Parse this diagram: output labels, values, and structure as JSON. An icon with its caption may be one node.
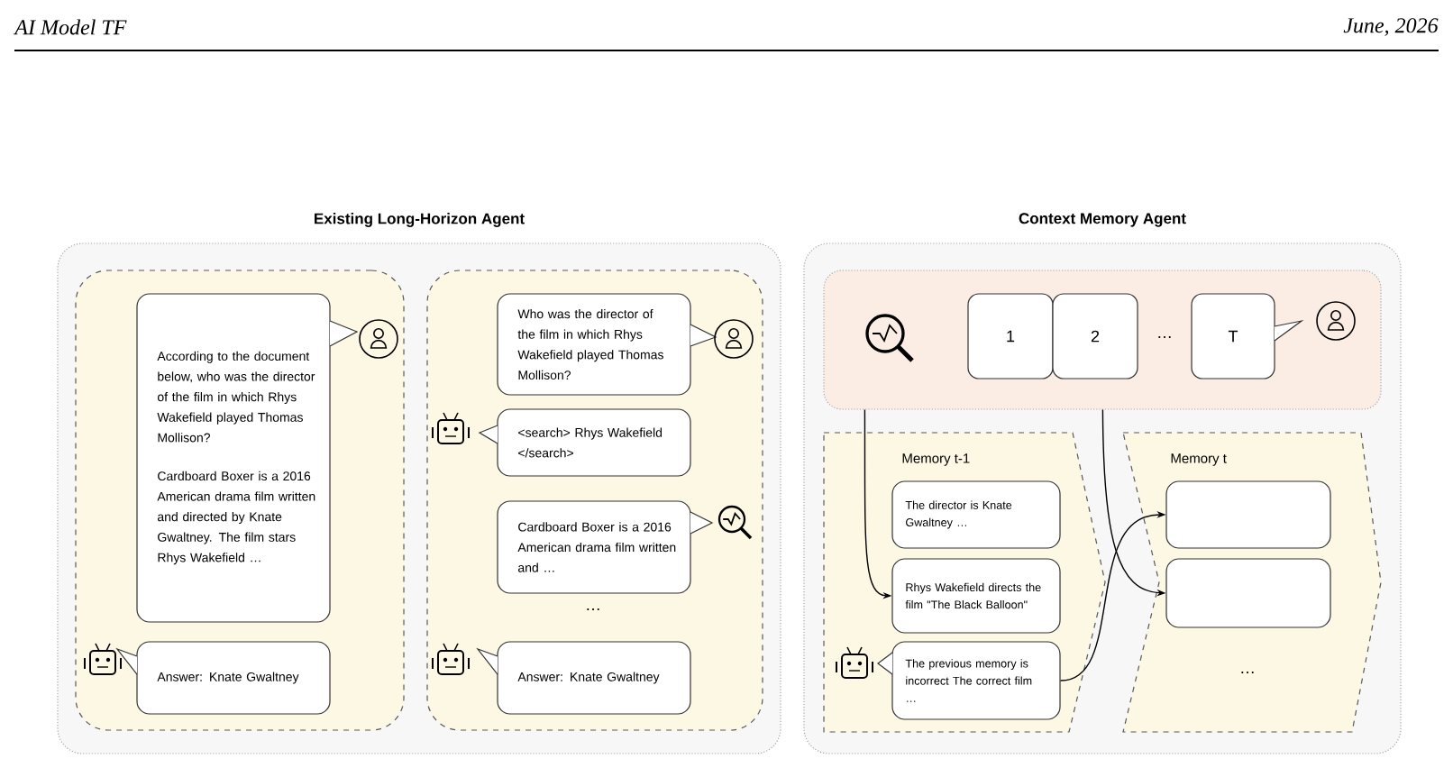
{
  "diagram": {
    "nodes": [
      {
        "text": [
          "Existing Long-Horizon Agent"
        ]
      },
      {
        "text": [],
        "shape": "box",
        "in": 0
      },
      {
        "text": [
          "According to the document below, who was the director of the film in which Rhys Wakefield played Thomas Mollison?",
          "Cardboard Boxer is a 2016 American drama film written and directed by Knate Gwaltney. The film stars Rhys Wakefield …"
        ],
        "in": 1
      },
      {
        "text": [
          "Answer: Knate Gwaltney"
        ],
        "in": 1
      },
      {
        "text": [],
        "shape": "box",
        "in": 0
      },
      {
        "text": [
          "Who was the director of the film in which Rhys Wakefield played Thomas Mollison?"
        ],
        "in": 4
      },
      {
        "text": [
          "<search> Rhys Wakefield </search>"
        ],
        "in": 4
      },
      {
        "text": [
          "Cardboard Boxer is a 2016 American drama film written and …"
        ],
        "in": 4
      },
      {
        "text": [
          "Answer: Knate Gwaltney"
        ],
        "in": 4
      },
      {
        "text": [
          "Context Memory Agent"
        ]
      },
      {
        "text": [],
        "shape": "box",
        "in": 9
      },
      {
        "text": [
          "1"
        ],
        "in": 10
      },
      {
        "text": [
          "2"
        ],
        "in": 10
      },
      {
        "text": [
          "T"
        ],
        "in": 10
      },
      {
        "text": [
          "Memory t-1"
        ],
        "in": 9
      },
      {
        "text": [
          "The director is Knate Gwaltney …"
        ],
        "in": 14
      },
      {
        "text": [
          "Rhys Wakefield directs the film \"The Black Balloon\""
        ],
        "in": 14
      },
      {
        "text": [
          "The previous memory is incorrect The correct film …"
        ],
        "in": 14
      },
      {
        "text": [
          "Memory t"
        ],
        "in": 9
      },
      {
        "text": [],
        "shape": "box",
        "in": 18
      },
      {
        "text": [],
        "shape": "box",
        "in": 18
      }
    ],
    "edges": [
      {
        "from": 10,
        "to": 16,
        "arrow": "to"
      },
      {
        "from": 10,
        "to": 20,
        "arrow": "to"
      },
      {
        "from": 17,
        "to": 19,
        "arrow": "to"
      }
    ],
    "labels": [
      "AI Model TF",
      "June, 2026",
      "…",
      "…",
      "…"
    ]
  }
}
